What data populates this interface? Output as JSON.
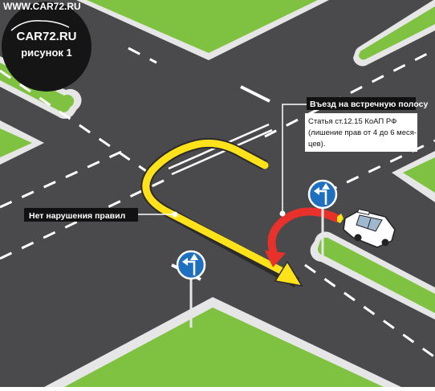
{
  "watermark": "WWW.CAR72.RU",
  "badge": {
    "site": "CAR72.RU",
    "figure": "рисунок 1"
  },
  "callout_violation": {
    "title": "Въезд на встречную полосу",
    "lines": [
      "Статья ст.12.15 КоАП РФ",
      "(лишение прав от 4 до 6 меся-",
      "цев)."
    ]
  },
  "callout_ok": {
    "title": "Нет нарушения правил"
  },
  "colors": {
    "grass": "#7fc241",
    "asphalt": "#4a4a4c",
    "curb": "#e6e6e6",
    "marking": "#ffffff",
    "legal_path": "#ffe21a",
    "illegal_path": "#e8312a",
    "sign_blue": "#1f6fc1",
    "label_bg": "#111111"
  },
  "icons": {
    "sign": "straight-or-left-arrow-sign",
    "car": "car-icon"
  }
}
